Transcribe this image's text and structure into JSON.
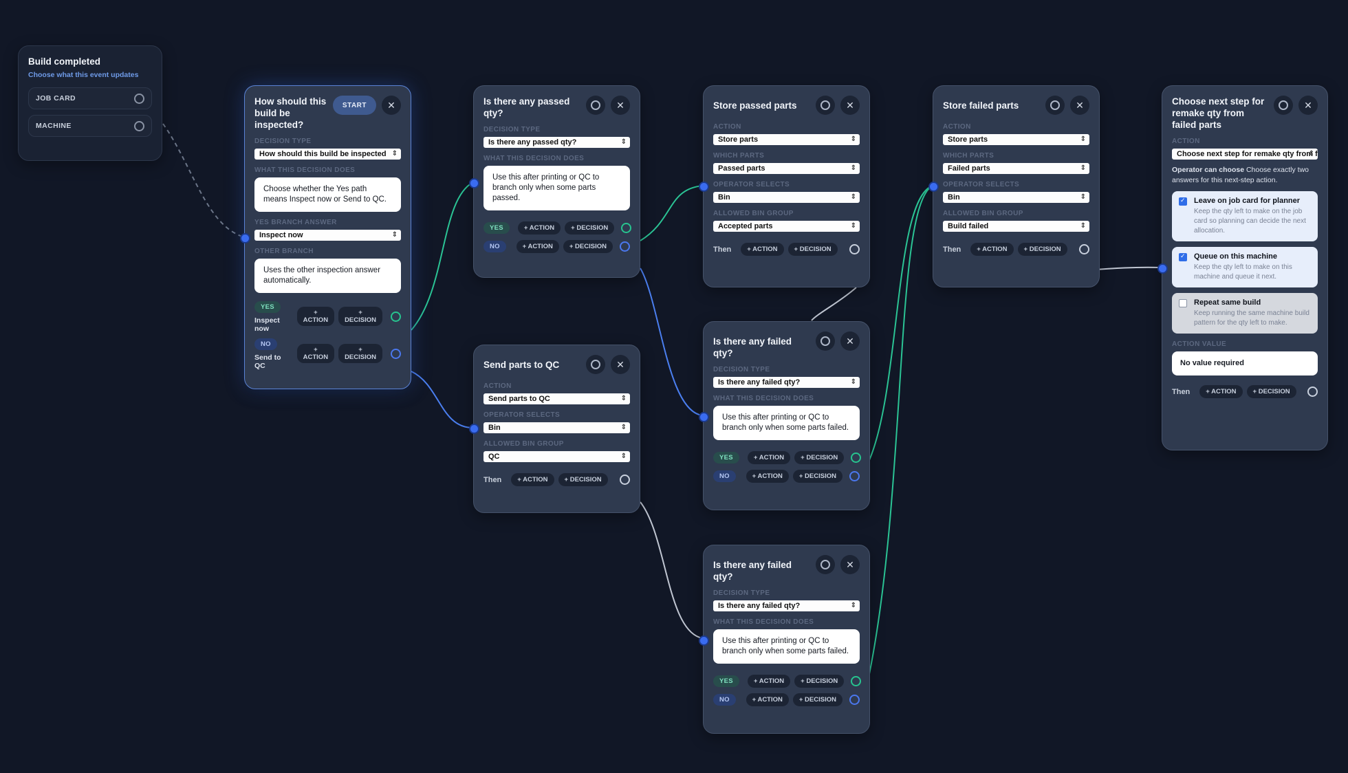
{
  "event_node": {
    "title": "Build completed",
    "subtitle": "Choose what this event updates",
    "options": [
      "JOB CARD",
      "MACHINE"
    ]
  },
  "common": {
    "then": "Then",
    "action": "+ ACTION",
    "decision": "+ DECISION",
    "plus": "+",
    "action_word": "ACTION",
    "decision_word": "DECISION",
    "yes": "YES",
    "no": "NO"
  },
  "inspect_node": {
    "title": "How should this build be inspected?",
    "start_label": "START",
    "decision_type_label": "DECISION TYPE",
    "decision_type": "How should this build be inspected",
    "what_label": "WHAT THIS DECISION DOES",
    "what_text": "Choose whether the Yes path means Inspect now or Send to QC.",
    "yes_answer_label": "YES BRANCH ANSWER",
    "yes_answer": "Inspect now",
    "other_label": "OTHER BRANCH",
    "other_text": "Uses the other inspection answer automatically.",
    "yes_caption": "Inspect now",
    "no_caption": "Send to QC"
  },
  "passed_node": {
    "title": "Is there any passed qty?",
    "decision_type_label": "DECISION TYPE",
    "decision_type": "Is there any passed qty?",
    "what_label": "WHAT THIS DECISION DOES",
    "what_text": "Use this after printing or QC to branch only when some parts passed."
  },
  "qc_node": {
    "title": "Send parts to QC",
    "action_label": "ACTION",
    "action": "Send parts to QC",
    "operator_label": "OPERATOR SELECTS",
    "operator": "Bin",
    "bin_label": "ALLOWED BIN GROUP",
    "bin": "QC"
  },
  "store_passed_node": {
    "title": "Store passed parts",
    "action_label": "ACTION",
    "action": "Store parts",
    "which_label": "WHICH PARTS",
    "which": "Passed parts",
    "operator_label": "OPERATOR SELECTS",
    "operator": "Bin",
    "bin_label": "ALLOWED BIN GROUP",
    "bin": "Accepted parts"
  },
  "failed_node_1": {
    "title": "Is there any failed qty?",
    "decision_type_label": "DECISION TYPE",
    "decision_type": "Is there any failed qty?",
    "what_label": "WHAT THIS DECISION DOES",
    "what_text": "Use this after printing or QC to branch only when some parts failed."
  },
  "failed_node_2": {
    "title": "Is there any failed qty?",
    "decision_type_label": "DECISION TYPE",
    "decision_type": "Is there any failed qty?",
    "what_label": "WHAT THIS DECISION DOES",
    "what_text": "Use this after printing or QC to branch only when some parts failed."
  },
  "store_failed_node": {
    "title": "Store failed parts",
    "action_label": "ACTION",
    "action": "Store parts",
    "which_label": "WHICH PARTS",
    "which": "Failed parts",
    "operator_label": "OPERATOR SELECTS",
    "operator": "Bin",
    "bin_label": "ALLOWED BIN GROUP",
    "bin": "Build failed"
  },
  "next_step_node": {
    "title": "Choose next step for remake qty from failed parts",
    "action_label": "ACTION",
    "action": "Choose next step for remake qty from failed parts",
    "operator_bold": "Operator can choose",
    "operator_rest": " Choose exactly two answers for this next-step action.",
    "options": [
      {
        "title": "Leave on job card for planner",
        "desc": "Keep the qty left to make on the job card so planning can decide the next allocation.",
        "checked": true
      },
      {
        "title": "Queue on this machine",
        "desc": "Keep the qty left to make on this machine and queue it next.",
        "checked": true
      },
      {
        "title": "Repeat same build",
        "desc": "Keep running the same machine build pattern for the qty left to make.",
        "checked": false
      }
    ],
    "value_label": "ACTION VALUE",
    "value": "No value required"
  }
}
